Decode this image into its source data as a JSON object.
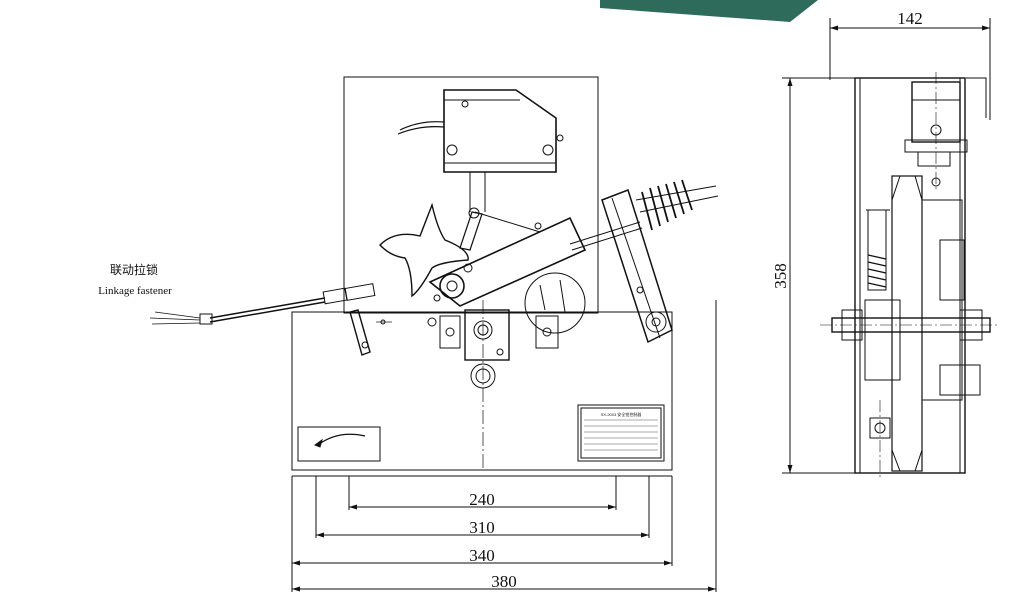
{
  "dimensions": {
    "d240": "240",
    "d310": "310",
    "d340": "340",
    "d380": "380",
    "d142": "142",
    "d358": "358"
  },
  "labels": {
    "linkage_cn": "联动拉锁",
    "linkage_en": "Linkage fastener"
  },
  "nameplate": {
    "title": "SX-2003 安全钳控制器"
  },
  "colors": {
    "cabinet": "#2f6b5a",
    "line": "#111111"
  }
}
